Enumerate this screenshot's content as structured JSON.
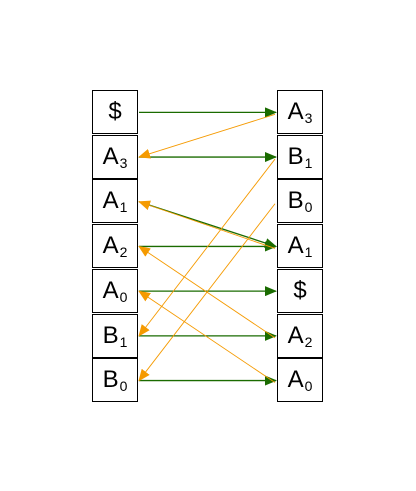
{
  "left_column": [
    {
      "main": "$",
      "sub": ""
    },
    {
      "main": "A",
      "sub": "3"
    },
    {
      "main": "A",
      "sub": "1"
    },
    {
      "main": "A",
      "sub": "2"
    },
    {
      "main": "A",
      "sub": "0"
    },
    {
      "main": "B",
      "sub": "1"
    },
    {
      "main": "B",
      "sub": "0"
    }
  ],
  "right_column": [
    {
      "main": "A",
      "sub": "3"
    },
    {
      "main": "B",
      "sub": "1"
    },
    {
      "main": "B",
      "sub": "0"
    },
    {
      "main": "A",
      "sub": "1"
    },
    {
      "main": "$",
      "sub": ""
    },
    {
      "main": "A",
      "sub": "2"
    },
    {
      "main": "A",
      "sub": "0"
    }
  ],
  "green_arrows": [
    [
      0,
      0
    ],
    [
      1,
      1
    ],
    [
      2,
      3
    ],
    [
      3,
      3
    ],
    [
      4,
      4
    ],
    [
      5,
      5
    ],
    [
      6,
      6
    ]
  ],
  "orange_arrows": [
    [
      0,
      1
    ],
    [
      1,
      5
    ],
    [
      2,
      6
    ],
    [
      3,
      2
    ],
    [
      5,
      3
    ],
    [
      6,
      4
    ]
  ],
  "colors": {
    "green": "#1a6b00",
    "orange": "#f59a00"
  }
}
